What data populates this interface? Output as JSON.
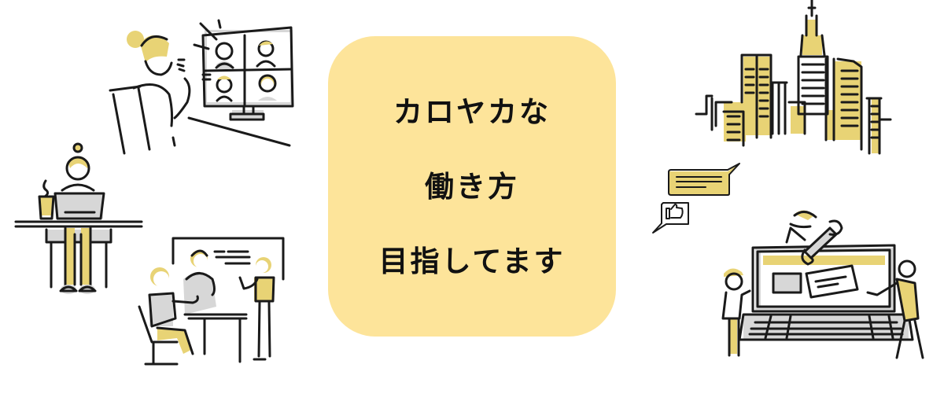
{
  "headline": {
    "lines": [
      "カロヤカな",
      "働き方",
      "目指してます"
    ],
    "box_color": "#fde49a",
    "text_color": "#111111"
  },
  "illustrations": [
    {
      "name": "video-conference",
      "description": "woman waving at video call with four participants"
    },
    {
      "name": "remote-work-laptop",
      "description": "woman at desk with laptop and coffee"
    },
    {
      "name": "team-meeting-whiteboard",
      "description": "three people meeting at a whiteboard"
    },
    {
      "name": "city-skyline",
      "description": "city buildings skyline"
    },
    {
      "name": "chat-bubbles",
      "description": "message bubble and thumbs-up bubble"
    },
    {
      "name": "website-maintenance",
      "description": "people repairing a laptop screen with a wrench"
    }
  ],
  "accent_colors": {
    "illustration_yellow": "#e8d375",
    "illustration_gray": "#d7d7d7",
    "line": "#1a1a1a"
  }
}
